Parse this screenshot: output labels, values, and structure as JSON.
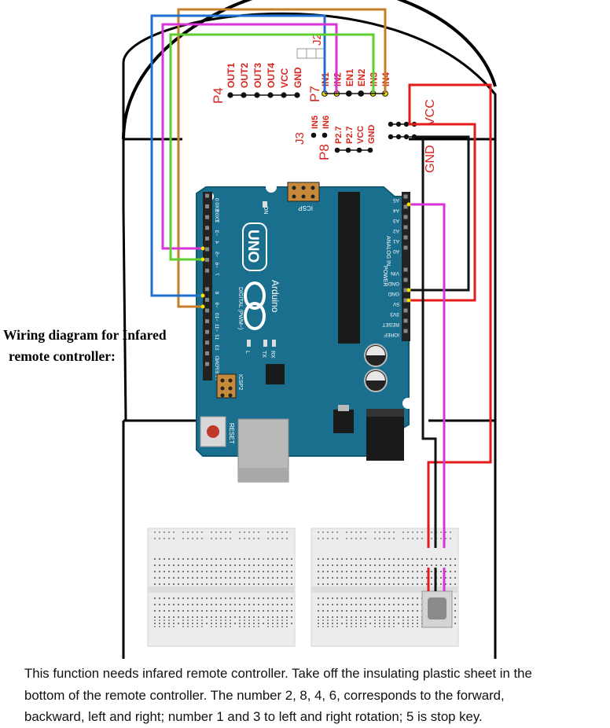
{
  "caption": {
    "line1": "Wiring diagram for Infared",
    "line2": "remote controller:"
  },
  "description": {
    "line1": "This function needs infared remote controller. Take off the insulating plastic sheet in the",
    "line2": "bottom of the remote controller. The number 2, 8, 4, 6, corresponds to the forward,",
    "line3": "backward, left and right; number 1 and 3 to left and right rotation; 5 is stop key."
  },
  "driver_board": {
    "p4_label": "P4",
    "p4_pins": [
      "OUT1",
      "OUT2",
      "OUT3",
      "OUT4",
      "VCC",
      "GND"
    ],
    "p7_label": "P7",
    "p7_pins": [
      "IN1",
      "IN2",
      "EN1",
      "EN2",
      "IN3",
      "IN4"
    ],
    "j2_label": "J2",
    "j3_label": "J3",
    "j3_pins": [
      "IN5",
      "IN6"
    ],
    "p8_label": "P8",
    "p8_pins": [
      "P2.7",
      "P2.7",
      "VCC",
      "GND"
    ],
    "vcc_label": "VCC",
    "gnd_label": "GND"
  },
  "arduino": {
    "model": "UNO",
    "brand": "Arduino",
    "digital_header": "DIGITAL (PWM~)",
    "digital_pins": [
      "RX0 0",
      "TX0 1",
      "2",
      "~3",
      "4",
      "~5",
      "~6",
      "7",
      "8",
      "~9",
      "~10",
      "~11",
      "12",
      "13",
      "GND",
      "AREF"
    ],
    "analog_header": "ANALOG IN",
    "analog_pins": [
      "A0",
      "A1",
      "A2",
      "A3",
      "A4",
      "A5"
    ],
    "power_header": "POWER",
    "power_pins": [
      "VIN",
      "GND",
      "GND",
      "5V",
      "3V3",
      "RESET",
      "IOREF"
    ],
    "icsp_label": "ICSP",
    "icsp2_label": "ICSP2",
    "reset_label": "RESET",
    "on_label": "ON",
    "l_label": "L",
    "tx_label": "TX",
    "rx_label": "RX"
  },
  "colors": {
    "board": "#1b6f8e",
    "board_edge": "#125a74",
    "wire_orange": "#c87d2b",
    "wire_blue": "#1f6fd1",
    "wire_magenta": "#d833d8",
    "wire_green": "#5fcf2f",
    "wire_red": "#e31b1b",
    "wire_black": "#111111",
    "label_red": "#d8261e"
  }
}
